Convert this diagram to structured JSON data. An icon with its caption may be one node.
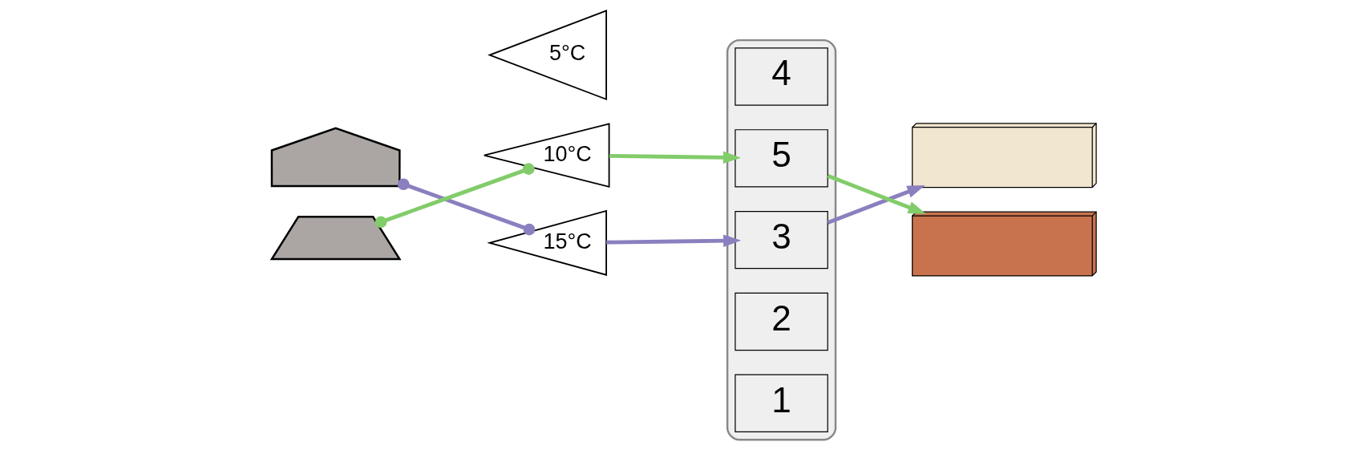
{
  "diagram": {
    "nodes": [
      {
        "text": [],
        "shape": "polygon"
      },
      {
        "text": [],
        "shape": "polygon"
      },
      {
        "text": [
          "5°C"
        ]
      },
      {
        "text": [
          "10°C"
        ]
      },
      {
        "text": [
          "15°C"
        ]
      },
      {
        "text": [],
        "shape": "box"
      },
      {
        "text": [
          "1"
        ],
        "in": 5
      },
      {
        "text": [
          "2"
        ],
        "in": 5
      },
      {
        "text": [
          "3"
        ],
        "in": 5
      },
      {
        "text": [
          "4"
        ],
        "in": 5
      },
      {
        "text": [
          "5"
        ],
        "in": 5
      },
      {
        "text": [],
        "shape": "picture"
      },
      {
        "text": [],
        "shape": "picture"
      }
    ],
    "edges": [
      {
        "from": 0,
        "to": 4,
        "arrow": "other",
        "color": "#8b7fbf"
      },
      {
        "from": 4,
        "to": 8,
        "arrow": "to",
        "color": "#8b7fbf"
      },
      {
        "from": 8,
        "to": 11,
        "arrow": "to",
        "color": "#8b7fbf"
      },
      {
        "from": 1,
        "to": 3,
        "arrow": "other",
        "color": "#82cc6a"
      },
      {
        "from": 3,
        "to": 10,
        "arrow": "to",
        "color": "#82cc6a"
      },
      {
        "from": 10,
        "to": 12,
        "arrow": "to",
        "color": "#82cc6a"
      }
    ]
  }
}
